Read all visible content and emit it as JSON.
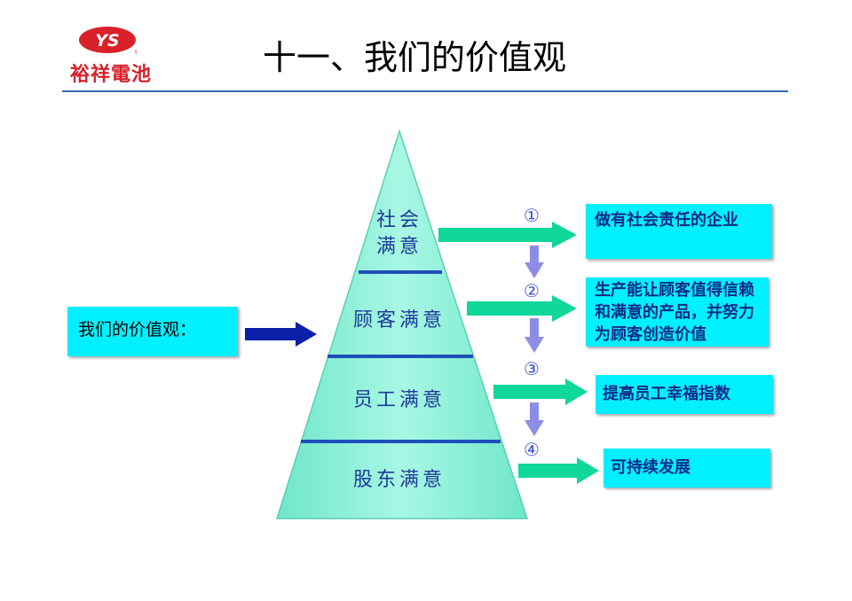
{
  "header": {
    "logo_badge": "YS",
    "logo_text": "裕祥電池",
    "title": "十一、我们的价值观"
  },
  "left_box": {
    "label": "我们的价值观："
  },
  "pyramid": {
    "levels": [
      {
        "line1": "社会",
        "line2": "满意"
      },
      {
        "label": "顾客满意"
      },
      {
        "label": "员工满意"
      },
      {
        "label": "股东满意"
      }
    ]
  },
  "steps": [
    "①",
    "②",
    "③",
    "④"
  ],
  "right_boxes": [
    {
      "text": "做有社会责任的企业"
    },
    {
      "text": "生产能让顾客值得信赖和满意的产品，并努力为顾客创造价值"
    },
    {
      "text": "提高员工幸福指数"
    },
    {
      "text": "可持续发展"
    }
  ],
  "colors": {
    "brand_red": "#d8212a",
    "rule_blue": "#2f6bb5",
    "pyramid_fill": "#8ff0d8",
    "divider_blue": "#1d4fb8",
    "arrow_green": "#10d79a",
    "arrow_navy": "#0a1fa8",
    "arrow_lavender": "#8d8de6",
    "box_cyan": "#00f0ff"
  }
}
